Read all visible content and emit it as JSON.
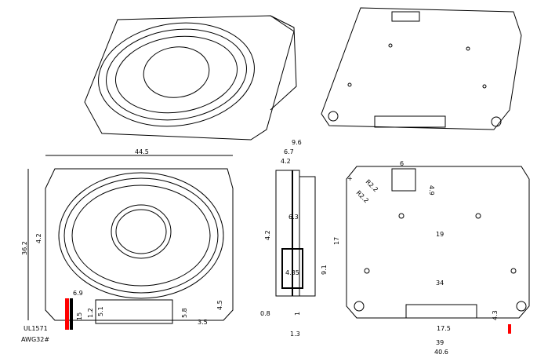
{
  "top_view": {
    "width": "44.5",
    "height": "36.2",
    "offset": "4.2",
    "wire_pitch": "6.9",
    "wire_len": "15",
    "pad_h": "1.2",
    "pad_w": "5.1",
    "conn_h": "5.8",
    "conn_w": "3.5",
    "hole": "4.5",
    "wire_label1": "UL1571",
    "wire_label2": "AWG32#"
  },
  "side_view": {
    "total": "9.6",
    "mid": "6.7",
    "front": "4.2",
    "inner": "6.3",
    "step": "4.2",
    "box": "4.85",
    "box_h": "9.1",
    "pin": "0.8",
    "pin_gap": "1",
    "pin_w": "1.3"
  },
  "back_view": {
    "slot_w": "6",
    "slot_h": "4.9",
    "radius1": "R2.2",
    "radius2": "R2.2",
    "plus": "+",
    "hole_span_top": "19",
    "hole_span_bottom": "34",
    "vertical": "17",
    "conn_w": "17.5",
    "conn_h": "4.3",
    "inner_w": "39",
    "total_w": "40.6"
  },
  "colors": {
    "wire_positive": "#ff0000",
    "wire_negative": "#000000"
  }
}
